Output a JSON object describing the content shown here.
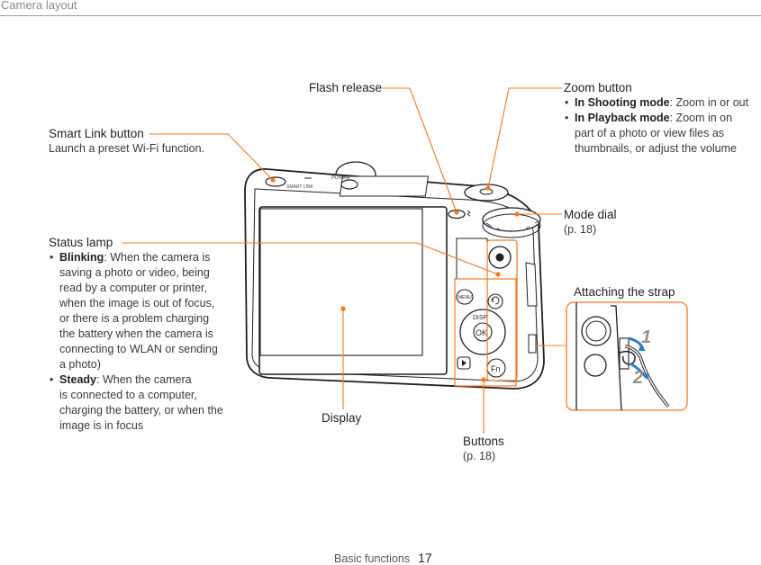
{
  "header": {
    "title": "Camera layout"
  },
  "labels": {
    "flash_release": "Flash release",
    "zoom_button": {
      "title": "Zoom button",
      "items": [
        {
          "term": "In Shooting mode",
          "text": ": Zoom in or out"
        },
        {
          "term": "In Playback mode",
          "text": ": Zoom in on",
          "cont": [
            "part of a photo or view files as",
            "thumbnails, or adjust the volume"
          ]
        }
      ]
    },
    "smart_link": {
      "title": "Smart Link button",
      "desc": "Launch a preset Wi-Fi function."
    },
    "mode_dial": {
      "title": "Mode dial",
      "ref": "(p. 18)"
    },
    "status_lamp": {
      "title": "Status lamp",
      "blinking": {
        "term": "Blinking",
        "lines": [
          ": When the camera is",
          "saving a photo or video, being",
          "read by a computer or printer,",
          "when the image is out of focus,",
          "or there is a problem charging",
          "the battery when the camera is",
          "connecting to WLAN or sending",
          "a photo)"
        ]
      },
      "steady": {
        "term": "Steady",
        "lines": [
          ": When the camera",
          "is connected to a computer,",
          "charging the battery, or when the",
          "image is in focus"
        ]
      }
    },
    "attaching_strap": "Attaching the strap",
    "display": "Display",
    "buttons": {
      "title": "Buttons",
      "ref": "(p. 18)"
    }
  },
  "camera_markings": {
    "smart_link": "SMART LINK",
    "power": "POWER",
    "menu": "MENU",
    "disp": "DISP",
    "ok": "OK",
    "fn": "Fn",
    "strap_step_1": "1",
    "strap_step_2": "2"
  },
  "footer": {
    "section": "Basic functions",
    "page": "17"
  },
  "colors": {
    "accent": "#f47920",
    "strap_arrow": "#2b7fc4",
    "text": "#231f20",
    "rule": "#9a9a9a"
  }
}
